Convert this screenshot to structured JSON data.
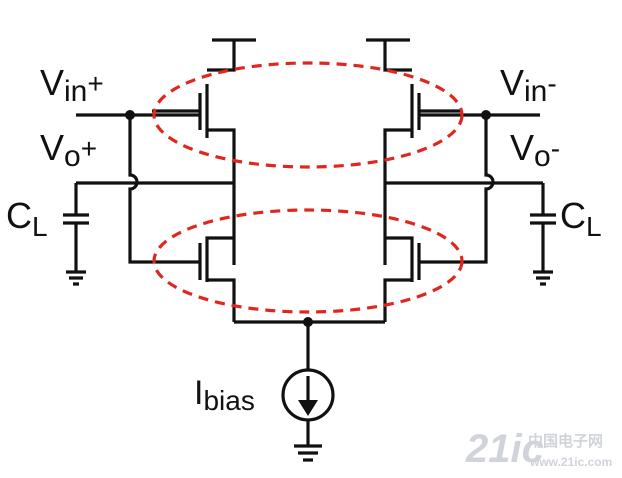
{
  "labels": {
    "vin_plus": {
      "main": "V",
      "sub": "in",
      "sup": "+"
    },
    "vin_minus": {
      "main": "V",
      "sub": "in",
      "sup": "-"
    },
    "vo_plus": {
      "main": "V",
      "sub": "o",
      "sup": "+"
    },
    "vo_minus": {
      "main": "V",
      "sub": "o",
      "sup": "-"
    },
    "cl_left": {
      "main": "C",
      "sub": "L"
    },
    "cl_right": {
      "main": "C",
      "sub": "L"
    },
    "ibias": {
      "main": "I",
      "sub": "bias"
    }
  },
  "watermark": {
    "brand": "21ic",
    "cn": "中国电子网",
    "domain": "www.21ic.com"
  },
  "colors": {
    "wire": "#111111",
    "highlight": "#e0261f",
    "background": "#ffffff",
    "watermark": "#c8ccd4"
  }
}
